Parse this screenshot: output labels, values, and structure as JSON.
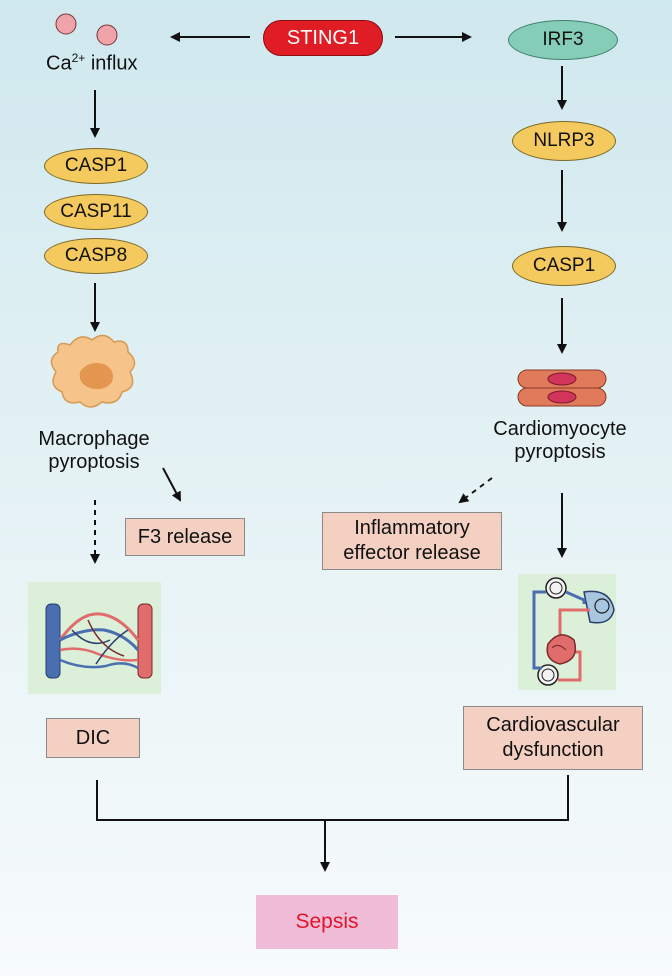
{
  "nodes": {
    "sting1": "STING1",
    "ca_influx_main": "Ca",
    "ca_influx_sup": "2+",
    "ca_influx_rest": " influx",
    "irf3": "IRF3",
    "casp1_left": "CASP1",
    "casp11": "CASP11",
    "casp8": "CASP8",
    "nlrp3": "NLRP3",
    "casp1_right": "CASP1",
    "macrophage_pyroptosis": [
      "Macrophage",
      "pyroptosis"
    ],
    "cardiomyocyte_pyroptosis": [
      "Cardiomyocyte",
      "pyroptosis"
    ],
    "f3_release": "F3 release",
    "inflammatory_effector_release": [
      "Inflammatory",
      "effector release"
    ],
    "dic": "DIC",
    "cardiovascular_dysfunction": [
      "Cardiovascular",
      "dysfunction"
    ],
    "sepsis": "Sepsis"
  },
  "colors": {
    "sting1": "#e01d24",
    "irf3": "#86cdb7",
    "caspase": "#f4c95d",
    "outcome_box": "#f4d0c2",
    "sepsis_box": "#f0bcd8",
    "sepsis_text": "#e0152a"
  },
  "icons": [
    "calcium-ion-icon",
    "macrophage-icon",
    "cardiomyocyte-icon",
    "vasculature-icon",
    "heart-circulation-icon"
  ]
}
